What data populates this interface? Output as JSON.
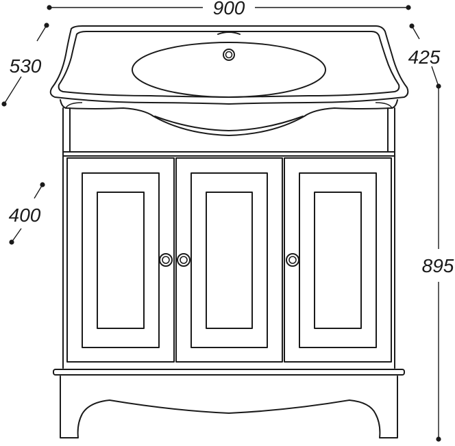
{
  "dimensions": {
    "width": "900",
    "depth_top": "530",
    "depth_body": "425",
    "height": "895",
    "depth_base": "400"
  }
}
